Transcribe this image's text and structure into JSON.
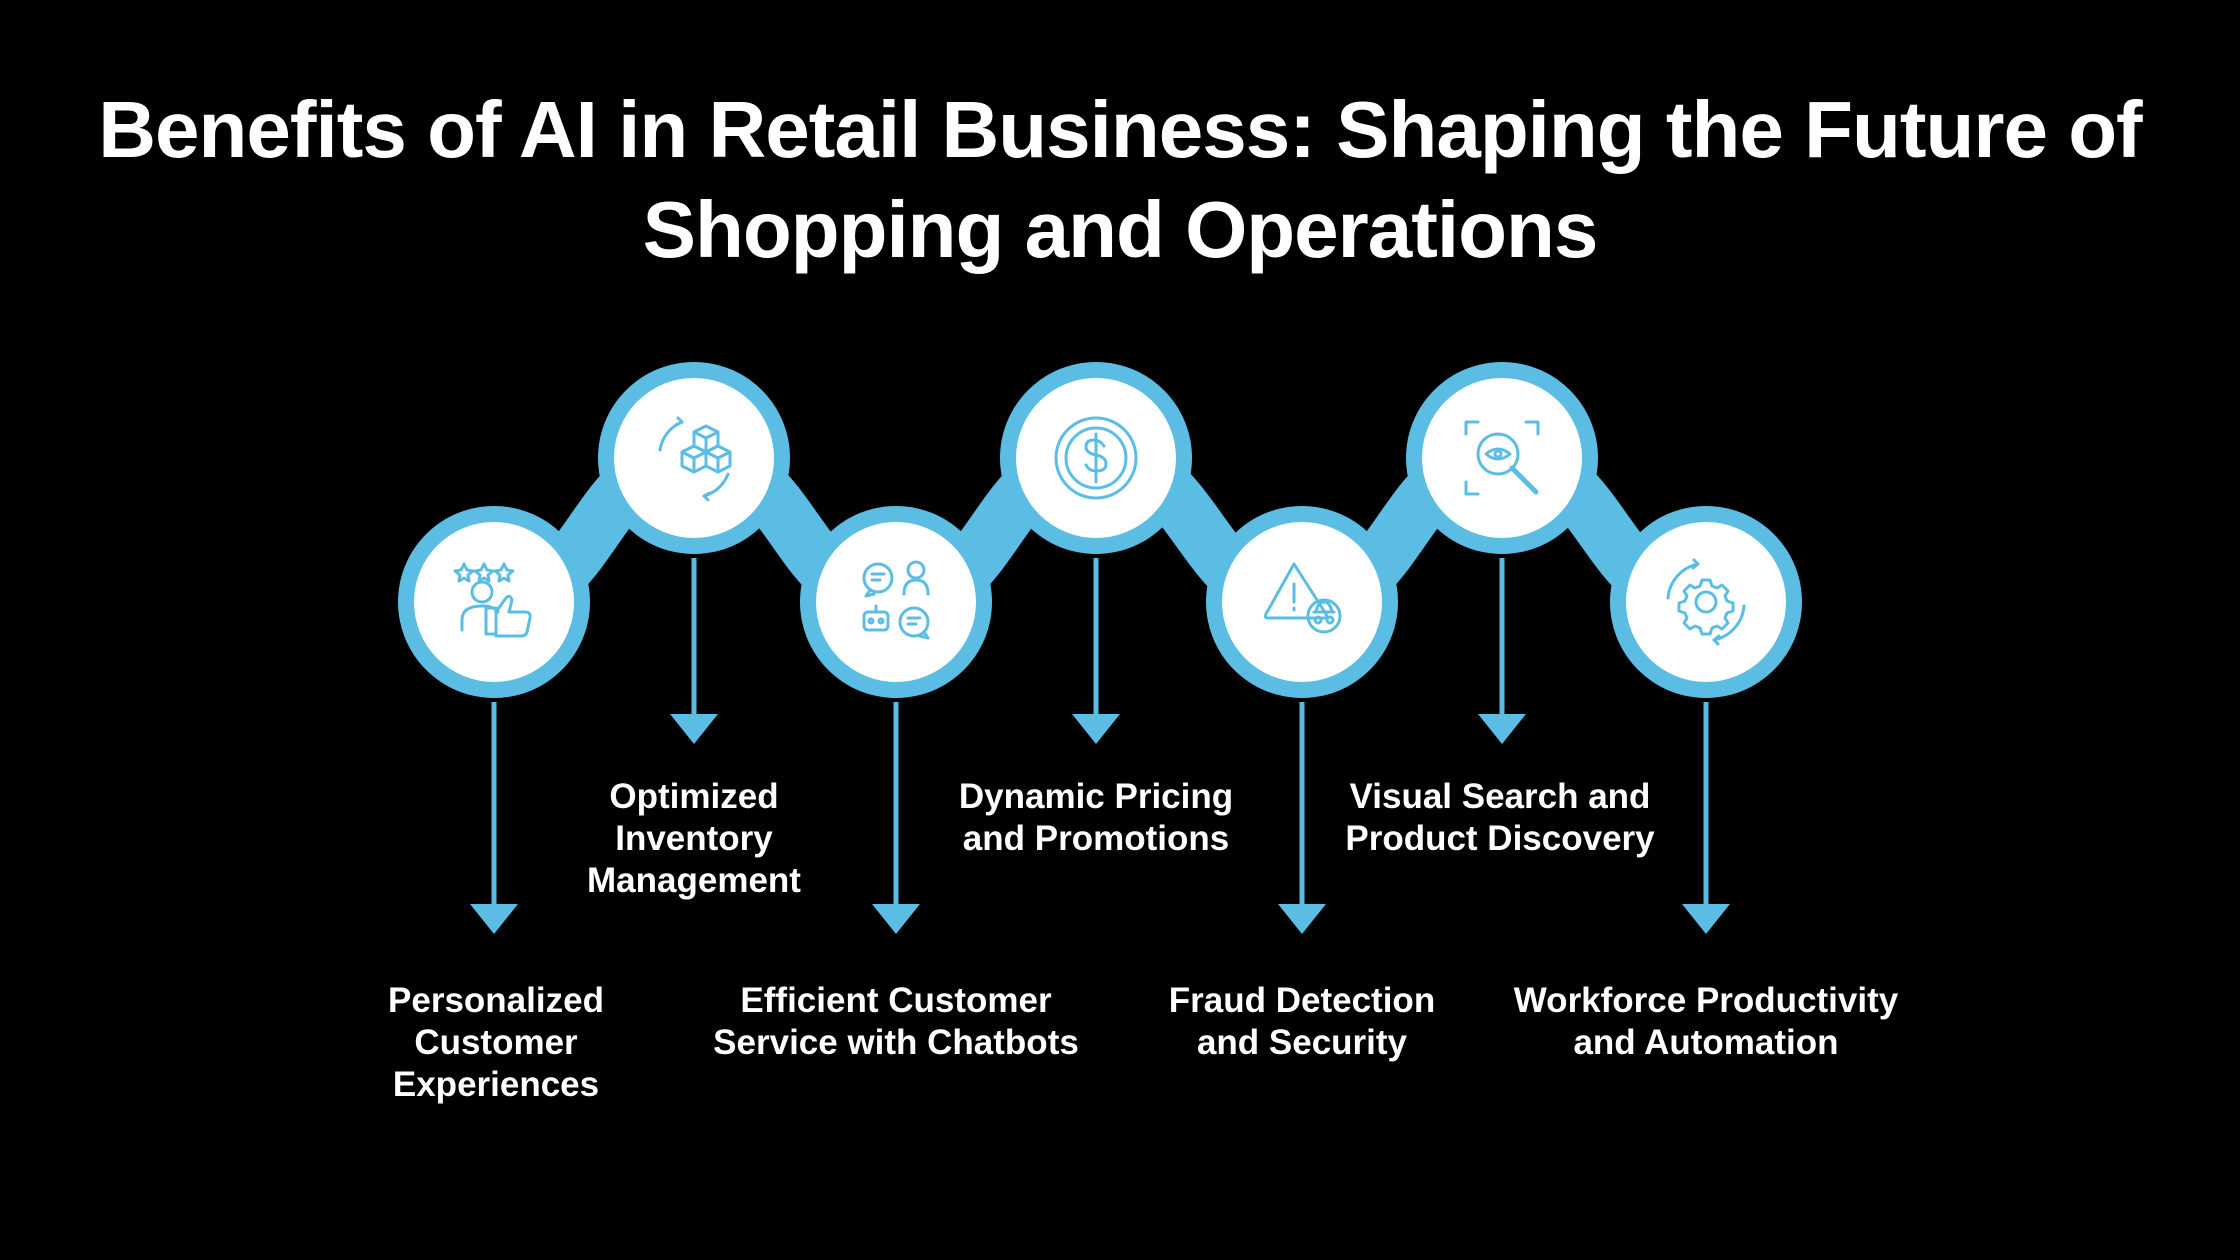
{
  "title": "Benefits of AI in Retail Business: Shaping the Future of Shopping and Operations",
  "colors": {
    "background": "#000000",
    "accent": "#5BBDE4",
    "icon": "#5BBDE4",
    "text": "#ffffff"
  },
  "steps": [
    {
      "label": "Personalized Customer Experiences",
      "icon": "thumbs-up-rating-icon",
      "position": "low"
    },
    {
      "label": "Optimized Inventory Management",
      "icon": "boxes-cycle-icon",
      "position": "high"
    },
    {
      "label": "Efficient Customer Service with Chatbots",
      "icon": "chatbot-icon",
      "position": "low"
    },
    {
      "label": "Dynamic Pricing and Promotions",
      "icon": "dollar-coin-icon",
      "position": "high"
    },
    {
      "label": "Fraud Detection and Security",
      "icon": "warning-spy-icon",
      "position": "low"
    },
    {
      "label": "Visual Search and Product Discovery",
      "icon": "visual-search-icon",
      "position": "high"
    },
    {
      "label": "Workforce Productivity and Automation",
      "icon": "gear-cycle-icon",
      "position": "low"
    }
  ]
}
